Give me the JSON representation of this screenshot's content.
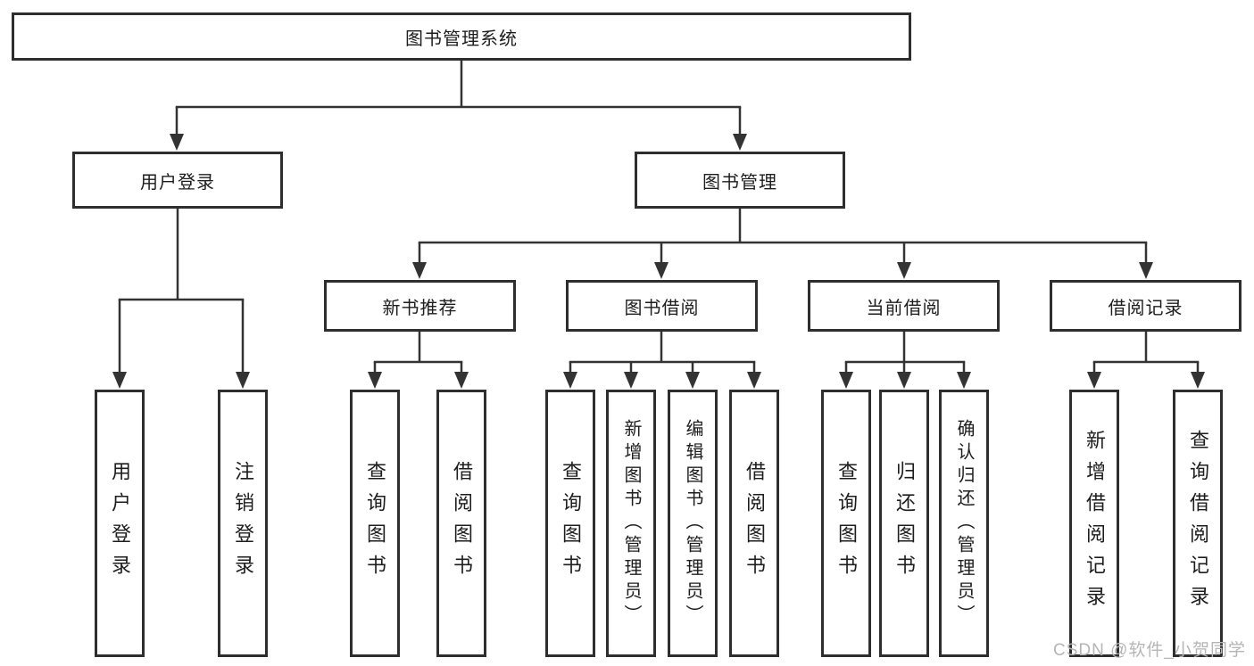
{
  "diagram": {
    "title_node": {
      "label": "图书管理系统"
    },
    "level2": [
      {
        "label": "用户登录"
      },
      {
        "label": "图书管理"
      }
    ],
    "level3": [
      {
        "label": "新书推荐"
      },
      {
        "label": "图书借阅"
      },
      {
        "label": "当前借阅"
      },
      {
        "label": "借阅记录"
      }
    ],
    "leaves": {
      "user_login": [
        "用户登录",
        "注销登录"
      ],
      "new_book": [
        "查询图书",
        "借阅图书"
      ],
      "book_borrow": [
        "查询图书",
        "新增图书（管理员）",
        "编辑图书（管理员）",
        "借阅图书"
      ],
      "current_borrow": [
        "查询图书",
        "归还图书",
        "确认归还（管理员）"
      ],
      "borrow_record": [
        "新增借阅记录",
        "查询借阅记录"
      ]
    },
    "colors": {
      "line": "#333333",
      "box_border": "#2e2e2e",
      "box_fill": "#ffffff",
      "text": "#1d1d1d",
      "watermark": "#b5b5b5"
    }
  },
  "watermark": {
    "text": "CSDN @软件_小贺同学"
  }
}
